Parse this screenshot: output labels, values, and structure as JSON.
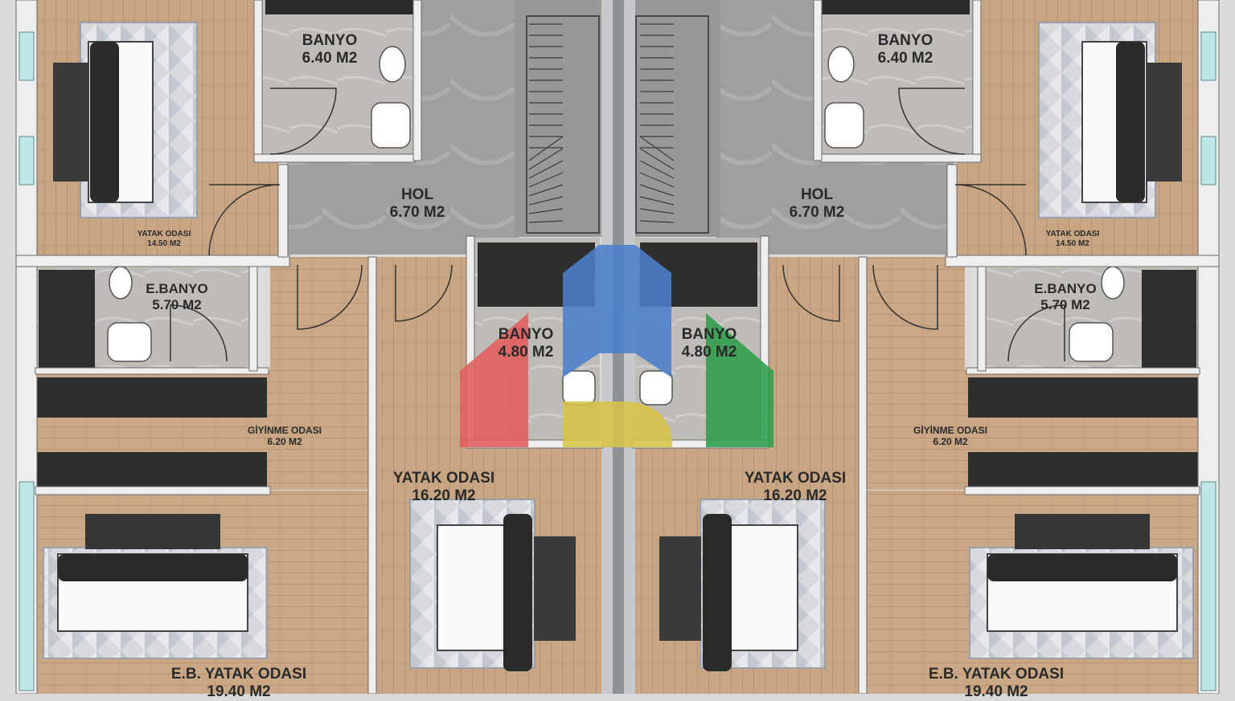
{
  "rooms": {
    "banyo_left": {
      "name": "BANYO",
      "area": "6.40 M2"
    },
    "banyo_right": {
      "name": "BANYO",
      "area": "6.40 M2"
    },
    "hol_left": {
      "name": "HOL",
      "area": "6.70 M2"
    },
    "hol_right": {
      "name": "HOL",
      "area": "6.70 M2"
    },
    "yatak_top_left": {
      "name": "YATAK ODASI",
      "area": "14.50 M2"
    },
    "yatak_top_right": {
      "name": "YATAK ODASI",
      "area": "14.50 M2"
    },
    "ebanyo_left": {
      "name": "E.BANYO",
      "area": "5.70 M2"
    },
    "ebanyo_right": {
      "name": "E.BANYO",
      "area": "5.70 M2"
    },
    "banyo_center_left": {
      "name": "BANYO",
      "area": "4.80 M2"
    },
    "banyo_center_right": {
      "name": "BANYO",
      "area": "4.80 M2"
    },
    "giyinme_left": {
      "name": "GİYİNME ODASI",
      "area": "6.20 M2"
    },
    "giyinme_right": {
      "name": "GİYİNME ODASI",
      "area": "6.20 M2"
    },
    "yatak_mid_left": {
      "name": "YATAK ODASI",
      "area": "16.20 M2"
    },
    "yatak_mid_right": {
      "name": "YATAK ODASI",
      "area": "16.20 M2"
    },
    "eb_yatak_left": {
      "name": "E.B. YATAK ODASI",
      "area": "19.40 M2"
    },
    "eb_yatak_right": {
      "name": "E.B. YATAK ODASI",
      "area": "19.40 M2"
    }
  },
  "colors": {
    "wood": "#c9a987",
    "tile": "#bdbab6",
    "hall": "#9e9c9a",
    "wall": "#f2f2f2",
    "dark": "#2c2c2c",
    "logo_red": "#e05b5b",
    "logo_blue": "#4a7fc9",
    "logo_yellow": "#d8c44a",
    "logo_green": "#2f9e4a"
  }
}
